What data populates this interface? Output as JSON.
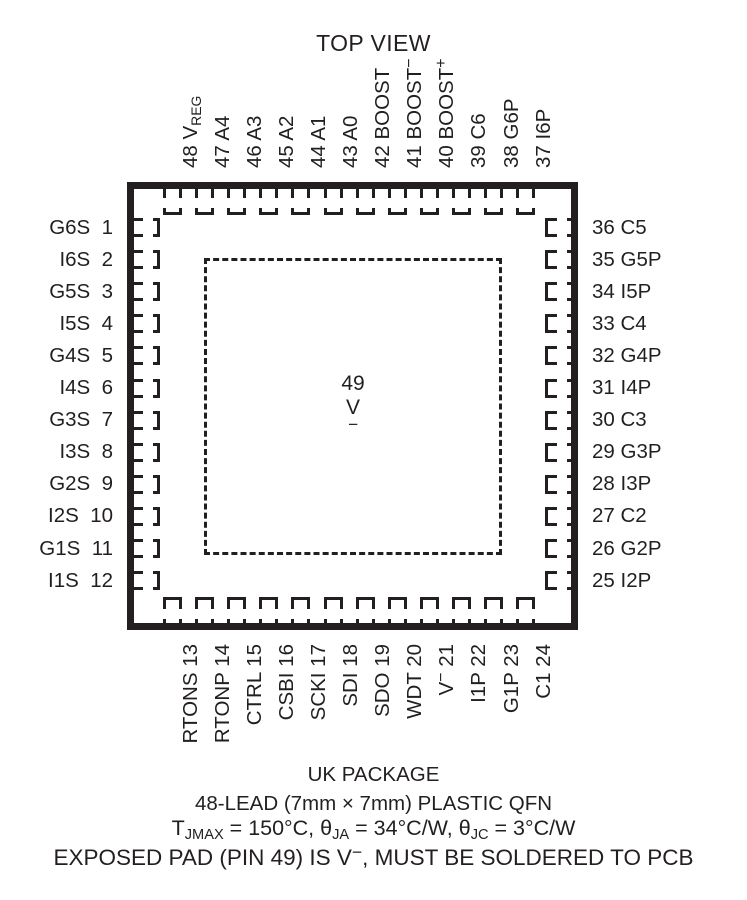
{
  "title": "TOP VIEW",
  "package": {
    "center_pad": {
      "pin": "49",
      "name_base": "V",
      "name_sup": "−"
    },
    "caption_line1": "UK PACKAGE",
    "caption_line2": "48-LEAD (7mm × 7mm) PLASTIC QFN"
  },
  "thermal": {
    "line1_prefix": "T",
    "line1_sub1": "JMAX",
    "line1_mid1": " = 150°C, θ",
    "line1_sub2": "JA",
    "line1_mid2": " = 34°C/W, θ",
    "line1_sub3": "JC",
    "line1_end": " = 3°C/W",
    "line2": "EXPOSED PAD (PIN 49) IS V−, MUST BE SOLDERED TO PCB",
    "line2_a": "EXPOSED PAD (PIN 49) IS V",
    "line2_sup": "−",
    "line2_b": ", MUST BE SOLDERED TO PCB"
  },
  "pins": {
    "left": [
      {
        "num": "1",
        "name": "G6S"
      },
      {
        "num": "2",
        "name": "I6S"
      },
      {
        "num": "3",
        "name": "G5S"
      },
      {
        "num": "4",
        "name": "I5S"
      },
      {
        "num": "5",
        "name": "G4S"
      },
      {
        "num": "6",
        "name": "I4S"
      },
      {
        "num": "7",
        "name": "G3S"
      },
      {
        "num": "8",
        "name": "I3S"
      },
      {
        "num": "9",
        "name": "G2S"
      },
      {
        "num": "10",
        "name": "I2S"
      },
      {
        "num": "11",
        "name": "G1S"
      },
      {
        "num": "12",
        "name": "I1S"
      }
    ],
    "bottom": [
      {
        "num": "13",
        "name": "RTONS"
      },
      {
        "num": "14",
        "name": "RTONP"
      },
      {
        "num": "15",
        "name": "CTRL"
      },
      {
        "num": "16",
        "name": "CSBI"
      },
      {
        "num": "17",
        "name": "SCKI"
      },
      {
        "num": "18",
        "name": "SDI"
      },
      {
        "num": "19",
        "name": "SDO"
      },
      {
        "num": "20",
        "name": "WDT"
      },
      {
        "num": "21",
        "name": "V−",
        "name_base": "V",
        "name_sup": "−"
      },
      {
        "num": "22",
        "name": "I1P"
      },
      {
        "num": "23",
        "name": "G1P"
      },
      {
        "num": "24",
        "name": "C1"
      }
    ],
    "right": [
      {
        "num": "36",
        "name": "C5"
      },
      {
        "num": "35",
        "name": "G5P"
      },
      {
        "num": "34",
        "name": "I5P"
      },
      {
        "num": "33",
        "name": "C4"
      },
      {
        "num": "32",
        "name": "G4P"
      },
      {
        "num": "31",
        "name": "I4P"
      },
      {
        "num": "30",
        "name": "C3"
      },
      {
        "num": "29",
        "name": "G3P"
      },
      {
        "num": "28",
        "name": "I3P"
      },
      {
        "num": "27",
        "name": "C2"
      },
      {
        "num": "26",
        "name": "G2P"
      },
      {
        "num": "25",
        "name": "I2P"
      }
    ],
    "top": [
      {
        "num": "48",
        "name": "VREG",
        "name_base": "V",
        "name_sub": "REG"
      },
      {
        "num": "47",
        "name": "A4"
      },
      {
        "num": "46",
        "name": "A3"
      },
      {
        "num": "45",
        "name": "A2"
      },
      {
        "num": "44",
        "name": "A1"
      },
      {
        "num": "43",
        "name": "A0"
      },
      {
        "num": "42",
        "name": "BOOST"
      },
      {
        "num": "41",
        "name": "BOOST−",
        "name_base": "BOOST",
        "name_sup": "−"
      },
      {
        "num": "40",
        "name": "BOOST+",
        "name_base": "BOOST",
        "name_sup": "+"
      },
      {
        "num": "39",
        "name": "C6"
      },
      {
        "num": "38",
        "name": "G6P"
      },
      {
        "num": "37",
        "name": "I6P"
      }
    ]
  },
  "colors": {
    "ink": "#231f20",
    "background": "#ffffff"
  }
}
